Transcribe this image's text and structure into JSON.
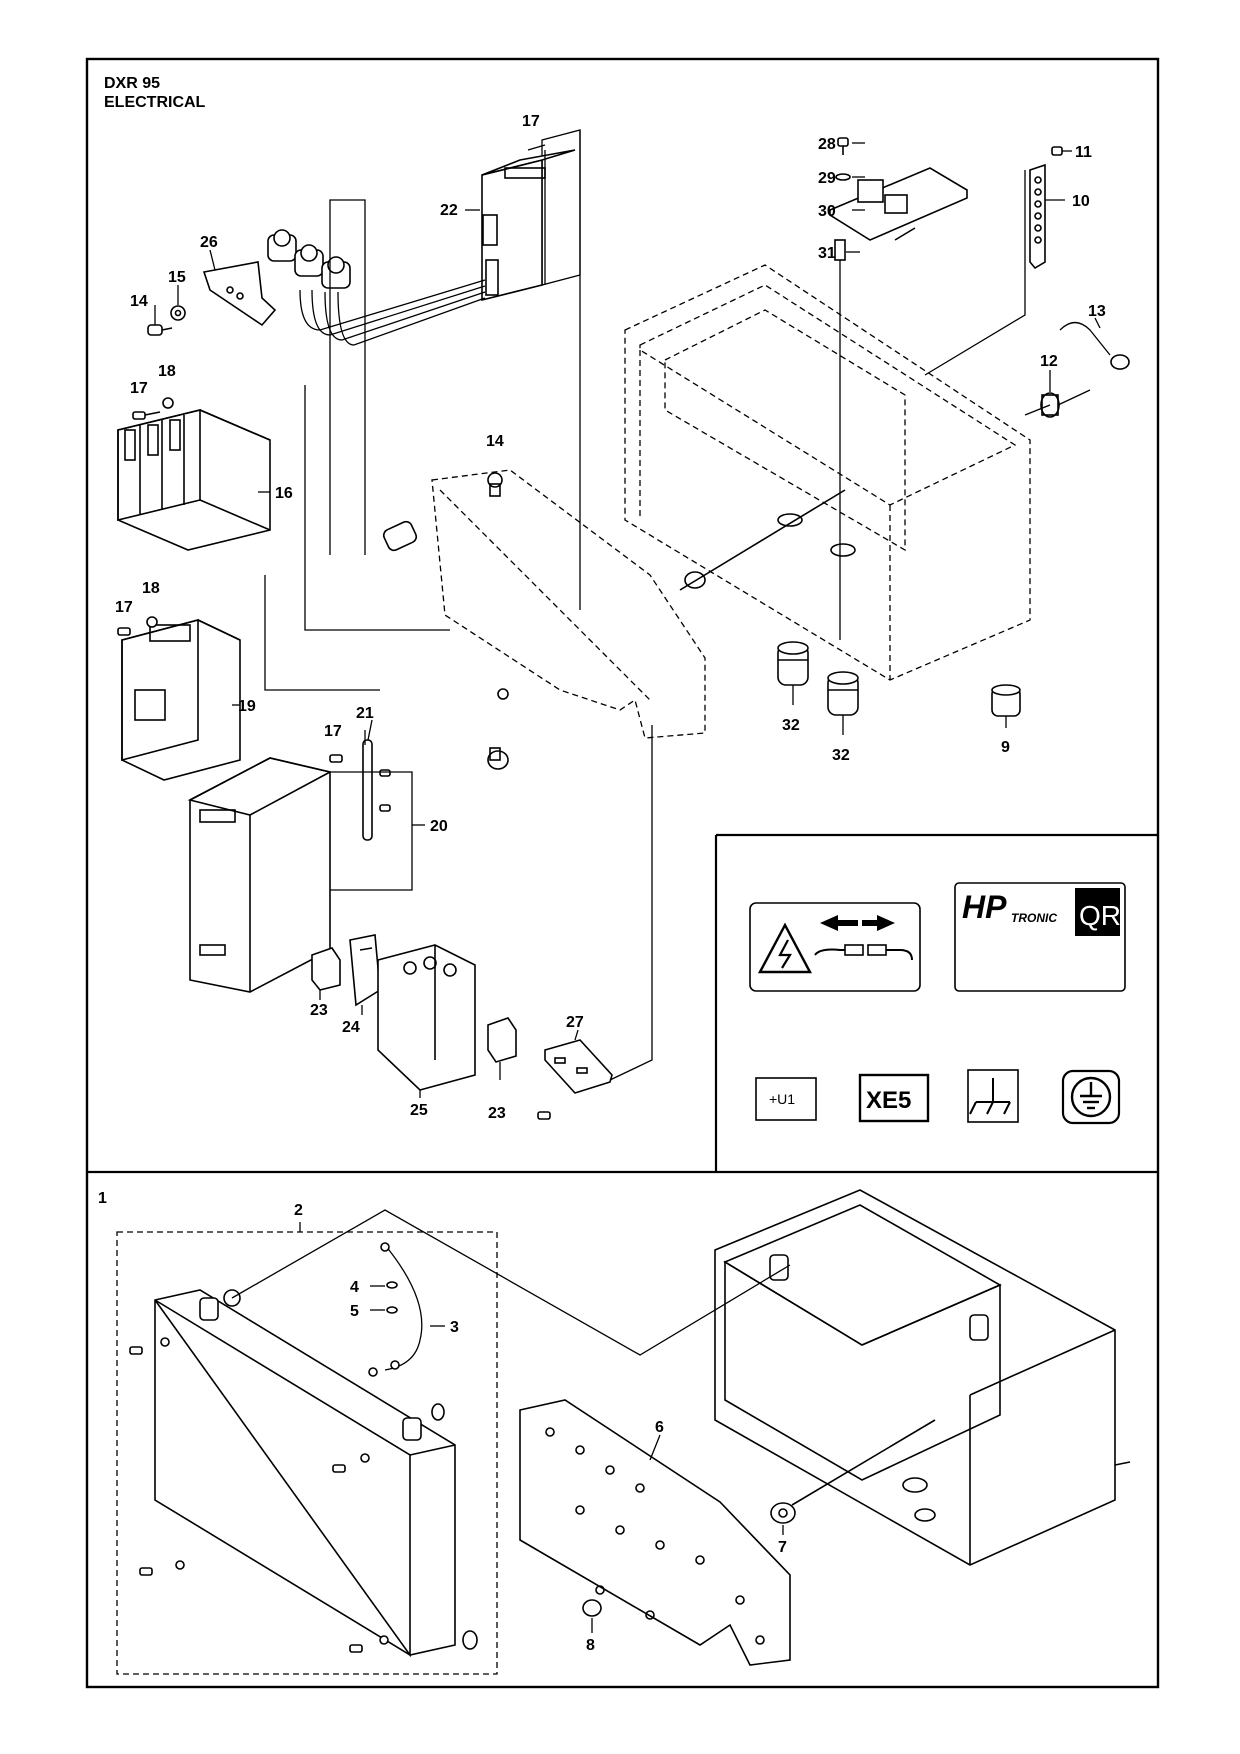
{
  "header": {
    "model": "DXR 95",
    "section": "ELECTRICAL"
  },
  "top_callouts": [
    {
      "id": "c17a",
      "text": "17"
    },
    {
      "id": "c22",
      "text": "22"
    },
    {
      "id": "c26",
      "text": "26"
    },
    {
      "id": "c15",
      "text": "15"
    },
    {
      "id": "c14a",
      "text": "14"
    },
    {
      "id": "c17b",
      "text": "17"
    },
    {
      "id": "c18a",
      "text": "18"
    },
    {
      "id": "c16",
      "text": "16"
    },
    {
      "id": "c14b",
      "text": "14"
    },
    {
      "id": "c17c",
      "text": "17"
    },
    {
      "id": "c18b",
      "text": "18"
    },
    {
      "id": "c19",
      "text": "19"
    },
    {
      "id": "c17d",
      "text": "17"
    },
    {
      "id": "c21",
      "text": "21"
    },
    {
      "id": "c20",
      "text": "20"
    },
    {
      "id": "c23a",
      "text": "23"
    },
    {
      "id": "c24",
      "text": "24"
    },
    {
      "id": "c25",
      "text": "25"
    },
    {
      "id": "c23b",
      "text": "23"
    },
    {
      "id": "c27",
      "text": "27"
    },
    {
      "id": "c28",
      "text": "28"
    },
    {
      "id": "c29",
      "text": "29"
    },
    {
      "id": "c30",
      "text": "30"
    },
    {
      "id": "c31",
      "text": "31"
    },
    {
      "id": "c11",
      "text": "11"
    },
    {
      "id": "c10",
      "text": "10"
    },
    {
      "id": "c13",
      "text": "13"
    },
    {
      "id": "c12",
      "text": "12"
    },
    {
      "id": "c32a",
      "text": "32"
    },
    {
      "id": "c32b",
      "text": "32"
    },
    {
      "id": "c9",
      "text": "9"
    }
  ],
  "bottom_callouts": [
    {
      "id": "b1",
      "text": "1"
    },
    {
      "id": "b2",
      "text": "2"
    },
    {
      "id": "b3",
      "text": "3"
    },
    {
      "id": "b4",
      "text": "4"
    },
    {
      "id": "b5",
      "text": "5"
    },
    {
      "id": "b6",
      "text": "6"
    },
    {
      "id": "b7",
      "text": "7"
    },
    {
      "id": "b8",
      "text": "8"
    }
  ],
  "decals": {
    "hp_brand": "HP",
    "hp_sub": "TRONIC",
    "qr": "QR",
    "u1": "+U1",
    "xe5": "XE5",
    "icons": [
      "high-voltage-warning-icon",
      "disconnect-arrows-icon",
      "frame-ground-icon",
      "protective-earth-icon"
    ]
  }
}
